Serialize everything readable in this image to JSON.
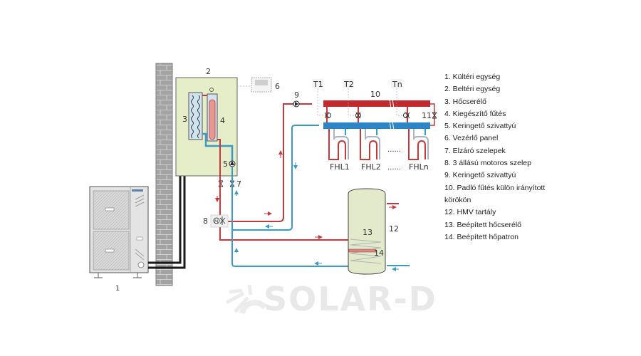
{
  "title": "Heat pump heating system schematic",
  "colors": {
    "hot_pipe": "#c6383b",
    "cold_pipe": "#3a9bc8",
    "indoor_unit": "#e6edc9",
    "tank": "#e3eacc",
    "wall": "#9b9b9b",
    "refrigerant": "#1a1a1a",
    "manifold_hot": "#c3282c",
    "manifold_cold": "#2a86c8"
  },
  "diagram_labels": {
    "n1": "1",
    "n2": "2",
    "n3": "3",
    "n4": "4",
    "n5": "5",
    "n6": "6",
    "n7": "7",
    "n8": "8",
    "n9": "9",
    "n10": "10",
    "n11": "11",
    "n12": "12",
    "n13": "13",
    "n14": "14",
    "thermostats": [
      "T1",
      "T2",
      "Tn"
    ],
    "loops": [
      "FHL1",
      "FHL2",
      "FHLn"
    ],
    "dots": "......",
    "motor_symbol": "M"
  },
  "legend": [
    "1. Kültéri egység",
    "2. Beltéri egység",
    "3. Hőcserélő",
    "4. Kiegészítő fűtés",
    "5. Keringető szivattyú",
    "6. Vezérlő panel",
    "7. Elzáró szelepek",
    "8. 3 állású motoros szelep",
    "9. Keringető szivattyú",
    "10. Padló fűtés külön irányított",
    "körökön",
    "12. HMV tartály",
    "13. Beépített hőcserélő",
    "14. Beépített hőpatron"
  ],
  "watermark": {
    "text": "SOLAR-D",
    "icon": "sun-rays-icon"
  }
}
